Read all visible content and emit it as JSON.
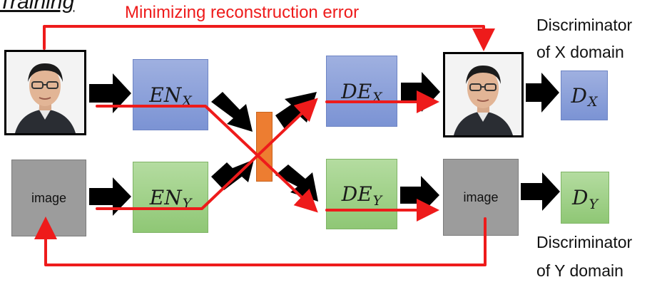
{
  "heading": "Training",
  "caption": "Minimizing reconstruction error",
  "encoders": {
    "x": {
      "base": "EN",
      "sub": "X"
    },
    "y": {
      "base": "EN",
      "sub": "Y"
    }
  },
  "decoders": {
    "x": {
      "base": "DE",
      "sub": "X"
    },
    "y": {
      "base": "DE",
      "sub": "Y"
    }
  },
  "discriminators": {
    "x": {
      "base": "D",
      "sub": "X",
      "caption_line1": "Discriminator",
      "caption_line2": "of X domain"
    },
    "y": {
      "base": "D",
      "sub": "Y",
      "caption_line1": "Discriminator",
      "caption_line2": "of Y domain"
    }
  },
  "image_label_input": "image",
  "image_label_output": "image",
  "colors": {
    "encoder_x": "#8ea2dc",
    "encoder_y": "#a4d38d",
    "latent": "#ed7d31",
    "error_path": "#ee1b1b",
    "image_box": "#9c9c9c"
  }
}
